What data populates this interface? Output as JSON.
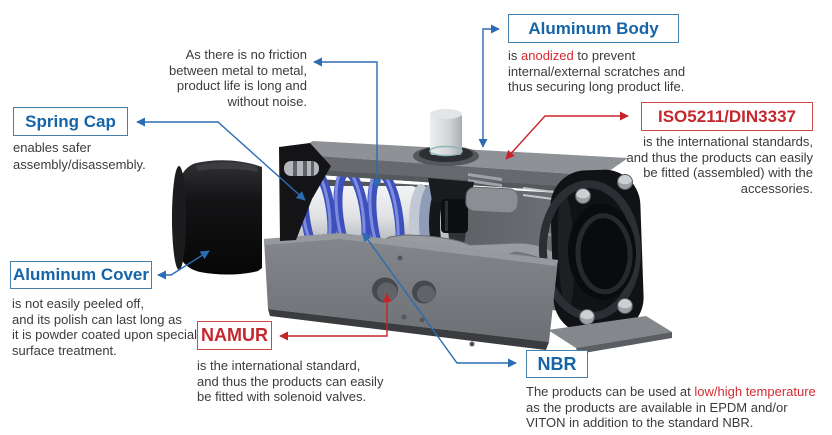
{
  "colors": {
    "label_blue": "#1565a8",
    "label_red": "#c4282e",
    "arrow_blue": "#2b6cb3",
    "arrow_red": "#c8232b",
    "body_text": "#3b3b3d",
    "accent_red": "#d42b30"
  },
  "callouts": {
    "friction_note": {
      "lines": [
        [
          {
            "t": "As there is no friction"
          }
        ],
        [
          {
            "t": "between metal to metal,"
          }
        ],
        [
          {
            "t": "product life is long and"
          }
        ],
        [
          {
            "t": "without noise."
          }
        ]
      ]
    },
    "spring_cap": {
      "label": "Spring Cap",
      "note_lines": [
        [
          {
            "t": "enables safer"
          }
        ],
        [
          {
            "t": "assembly/disassembly."
          }
        ]
      ]
    },
    "aluminum_body": {
      "label": "Aluminum Body",
      "note_lines": [
        [
          {
            "t": "is "
          },
          {
            "t": "anodized",
            "a": true
          },
          {
            "t": " to prevent"
          }
        ],
        [
          {
            "t": "internal/external scratches and"
          }
        ],
        [
          {
            "t": "thus securing long product life."
          }
        ]
      ]
    },
    "iso": {
      "label": "ISO5211/DIN3337",
      "note_lines": [
        [
          {
            "t": "is the international standards,"
          }
        ],
        [
          {
            "t": "and thus the products can easily"
          }
        ],
        [
          {
            "t": "be fitted (assembled) with the"
          }
        ],
        [
          {
            "t": "accessories."
          }
        ]
      ]
    },
    "aluminum_cover": {
      "label": "Aluminum Cover",
      "note_lines": [
        [
          {
            "t": "is not easily peeled off,"
          }
        ],
        [
          {
            "t": "and its polish can last long as"
          }
        ],
        [
          {
            "t": "it is powder coated upon special"
          }
        ],
        [
          {
            "t": "surface treatment."
          }
        ]
      ]
    },
    "namur": {
      "label": "NAMUR",
      "note_lines": [
        [
          {
            "t": "is the international standard,"
          }
        ],
        [
          {
            "t": "and thus the products can easily"
          }
        ],
        [
          {
            "t": "be fitted with solenoid valves."
          }
        ]
      ]
    },
    "nbr": {
      "label": "NBR",
      "note_lines": [
        [
          {
            "t": "The products can be used at "
          },
          {
            "t": "low/high temperature",
            "a": true
          }
        ],
        [
          {
            "t": "as the products are available in EPDM and/or"
          }
        ],
        [
          {
            "t": "VITON in addition to the standard NBR."
          }
        ]
      ]
    }
  }
}
